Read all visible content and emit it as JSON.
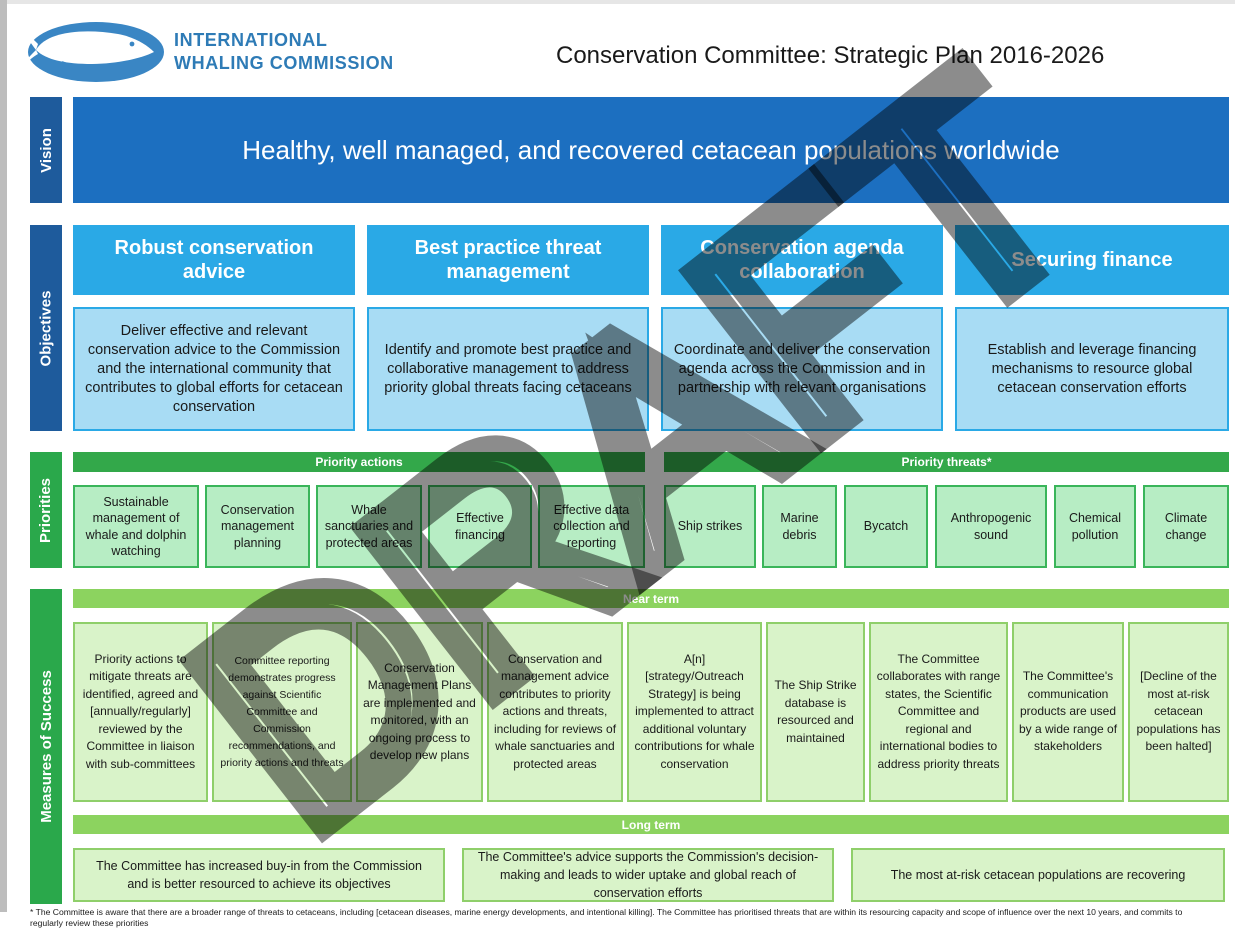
{
  "header": {
    "org_line1": "INTERNATIONAL",
    "org_line2": "WHALING COMMISSION",
    "title": "Conservation Committee: Strategic Plan 2016-2026",
    "logo_icon": "whale-logo-icon"
  },
  "side_labels": {
    "vision": "Vision",
    "objectives": "Objectives",
    "priorities": "Priorities",
    "measures": "Measures of Success"
  },
  "vision": "Healthy, well managed, and recovered cetacean populations worldwide",
  "objectives": [
    {
      "title": "Robust conservation advice",
      "text": "Deliver effective and relevant conservation advice to the Commission and the international community that contributes to global efforts for cetacean conservation"
    },
    {
      "title": "Best practice threat management",
      "text": "Identify and promote best practice and collaborative management to address priority global threats facing cetaceans"
    },
    {
      "title": "Conservation agenda collaboration",
      "text": "Coordinate and deliver the conservation agenda across the Commission and in partnership with relevant organisations"
    },
    {
      "title": "Securing finance",
      "text": "Establish and leverage financing mechanisms to resource global cetacean conservation efforts"
    }
  ],
  "priorities": {
    "actions_label": "Priority actions",
    "threats_label": "Priority threats*",
    "actions": [
      "Sustainable management of whale and dolphin watching",
      "Conservation management planning",
      "Whale sanctuaries and protected areas",
      "Effective financing",
      "Effective data collection and reporting"
    ],
    "threats": [
      "Ship strikes",
      "Marine debris",
      "Bycatch",
      "Anthropogenic sound",
      "Chemical pollution",
      "Climate change"
    ]
  },
  "measures": {
    "near_term_label": "Near term",
    "near_term": [
      "Priority actions to mitigate threats are identified, agreed and [annually/regularly] reviewed by the Committee in liaison with sub-committees",
      "Committee reporting demonstrates progress against Scientific Committee and Commission recommendations, and priority actions and threats",
      "Conservation Management Plans are implemented and monitored, with an ongoing process to develop new plans",
      "Conservation and management advice contributes to priority actions and threats, including for reviews of whale sanctuaries and protected areas",
      "A[n] [strategy/Outreach Strategy] is being implemented to attract additional voluntary contributions for whale conservation",
      "The Ship Strike database is resourced and maintained",
      "The Committee collaborates with range states, the Scientific Committee and regional and international bodies to address priority threats",
      "The Committee's communication products are used by a wide range of stakeholders",
      "[Decline of the most at-risk cetacean populations has been halted]"
    ],
    "long_term_label": "Long term",
    "long_term": [
      "The Committee has increased buy-in from the Commission and is better resourced to achieve its objectives",
      "The Committee's advice supports the Commission's decision-making and leads to wider uptake and global reach of conservation efforts",
      "The most at-risk cetacean populations are recovering"
    ]
  },
  "watermark": "DRAFT",
  "footnote": "* The Committee is aware that there are a broader range of threats to cetaceans, including [cetacean diseases, marine energy developments, and intentional killing]. The Committee has prioritised threats that are within its resourcing capacity and scope of influence over the next 10 years, and commits to regularly review these priorities",
  "colors": {
    "vision": "#1c6fc0",
    "objective_header": "#2aa9e6",
    "objective_body": "#a8dcf4",
    "priority_bar": "#33a84a",
    "priority_box": "#b7edc4",
    "measures_bar": "#8cd35f",
    "measures_box": "#d9f3c9",
    "label_blue": "#1e5b9c",
    "label_green": "#2aa84b"
  }
}
